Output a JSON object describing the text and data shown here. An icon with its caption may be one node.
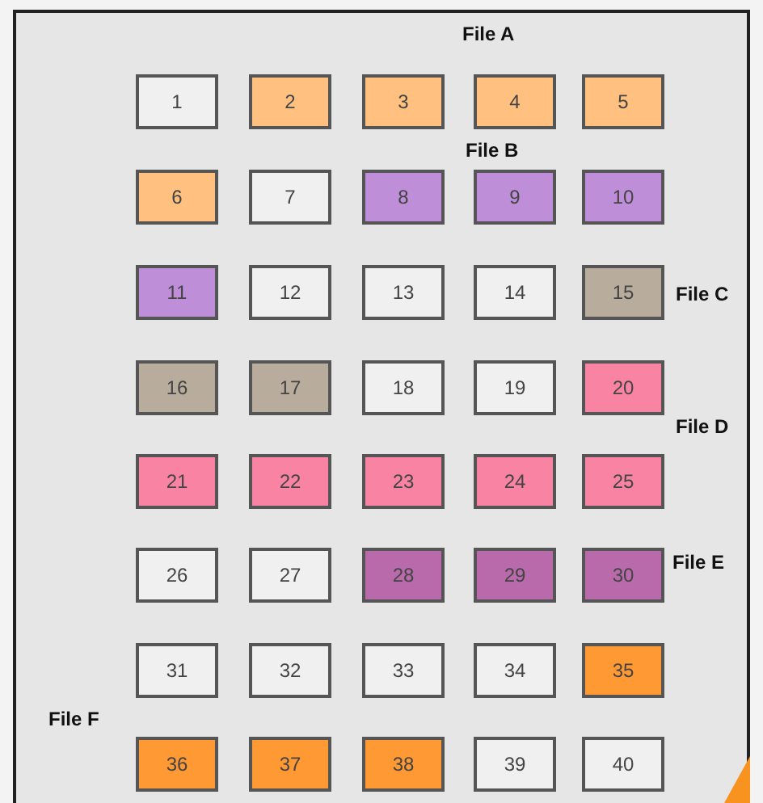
{
  "diagram": {
    "nodes": [
      {
        "text": [
          "1"
        ]
      },
      {
        "text": [
          "2"
        ]
      },
      {
        "text": [
          "3"
        ]
      },
      {
        "text": [
          "4"
        ]
      },
      {
        "text": [
          "5"
        ]
      },
      {
        "text": [
          "6"
        ]
      },
      {
        "text": [
          "7"
        ]
      },
      {
        "text": [
          "8"
        ]
      },
      {
        "text": [
          "9"
        ]
      },
      {
        "text": [
          "10"
        ]
      },
      {
        "text": [
          "11"
        ]
      },
      {
        "text": [
          "12"
        ]
      },
      {
        "text": [
          "13"
        ]
      },
      {
        "text": [
          "14"
        ]
      },
      {
        "text": [
          "15"
        ]
      },
      {
        "text": [
          "16"
        ]
      },
      {
        "text": [
          "17"
        ]
      },
      {
        "text": [
          "18"
        ]
      },
      {
        "text": [
          "19"
        ]
      },
      {
        "text": [
          "20"
        ]
      },
      {
        "text": [
          "21"
        ]
      },
      {
        "text": [
          "22"
        ]
      },
      {
        "text": [
          "23"
        ]
      },
      {
        "text": [
          "24"
        ]
      },
      {
        "text": [
          "25"
        ]
      },
      {
        "text": [
          "26"
        ]
      },
      {
        "text": [
          "27"
        ]
      },
      {
        "text": [
          "28"
        ]
      },
      {
        "text": [
          "29"
        ]
      },
      {
        "text": [
          "30"
        ]
      },
      {
        "text": [
          "31"
        ]
      },
      {
        "text": [
          "32"
        ]
      },
      {
        "text": [
          "33"
        ]
      },
      {
        "text": [
          "34"
        ]
      },
      {
        "text": [
          "35"
        ]
      },
      {
        "text": [
          "36"
        ]
      },
      {
        "text": [
          "37"
        ]
      },
      {
        "text": [
          "38"
        ]
      },
      {
        "text": [
          "39"
        ]
      },
      {
        "text": [
          "40"
        ]
      }
    ],
    "labels": [
      "File A",
      "File B",
      "File C",
      "File D",
      "File E",
      "File F"
    ]
  }
}
